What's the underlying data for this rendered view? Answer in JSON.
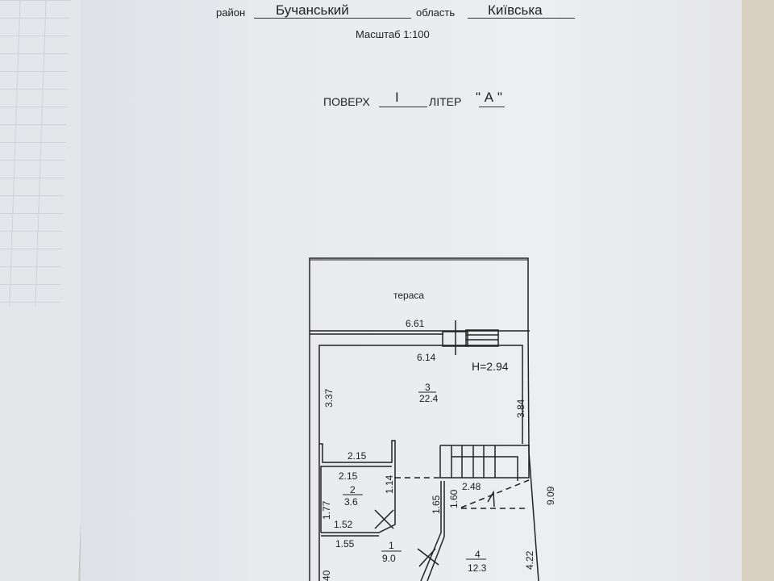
{
  "header": {
    "district_label": "район",
    "district_value": "Бучанський",
    "region_label": "область",
    "region_value": "Київська",
    "scale": "Масштаб 1:100",
    "floor_label": "ПОВЕРХ",
    "floor_value": "I",
    "letter_label": "ЛІТЕР",
    "letter_value": "\" А \""
  },
  "plan": {
    "terrace_label": "тераса",
    "terrace_width": "6.61",
    "height": "H=2.94",
    "dims": {
      "room3_top": "6.14",
      "room3_left": "3.37",
      "room3_right": "3.84",
      "room3_bottom": "2.15",
      "room2_top": "2.15",
      "room2_right": "1.14",
      "room2_left": "1.77",
      "room2_bottom": "1.52",
      "room1_top": "1.55",
      "corridor_a": "1.65",
      "corridor_b": "1.60",
      "stairs_width": "2.48",
      "total_length": "9.09",
      "room4_right": "4.22",
      "room1_left": "40"
    },
    "rooms": [
      {
        "number": "3",
        "area": "22.4"
      },
      {
        "number": "2",
        "area": "3.6"
      },
      {
        "number": "1",
        "area": "9.0"
      },
      {
        "number": "4",
        "area": "12.3"
      }
    ]
  }
}
